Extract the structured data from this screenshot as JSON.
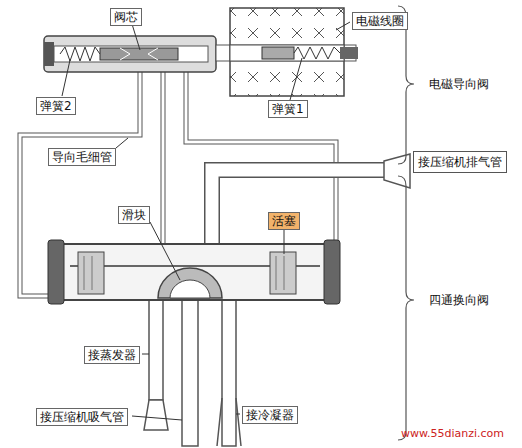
{
  "diagram": {
    "nodes": [
      {
        "text": [
          "接压缩机排气管"
        ]
      }
    ],
    "labels": [
      "阀芯",
      "电磁线圈",
      "电磁导向阀",
      "弹簧2",
      "弹簧1",
      "导向毛细管",
      "滑块",
      "活塞",
      "四通换向阀",
      "接蒸发器",
      "接压缩机吸气管",
      "接冷凝器",
      "www.55dianzi.com"
    ]
  }
}
